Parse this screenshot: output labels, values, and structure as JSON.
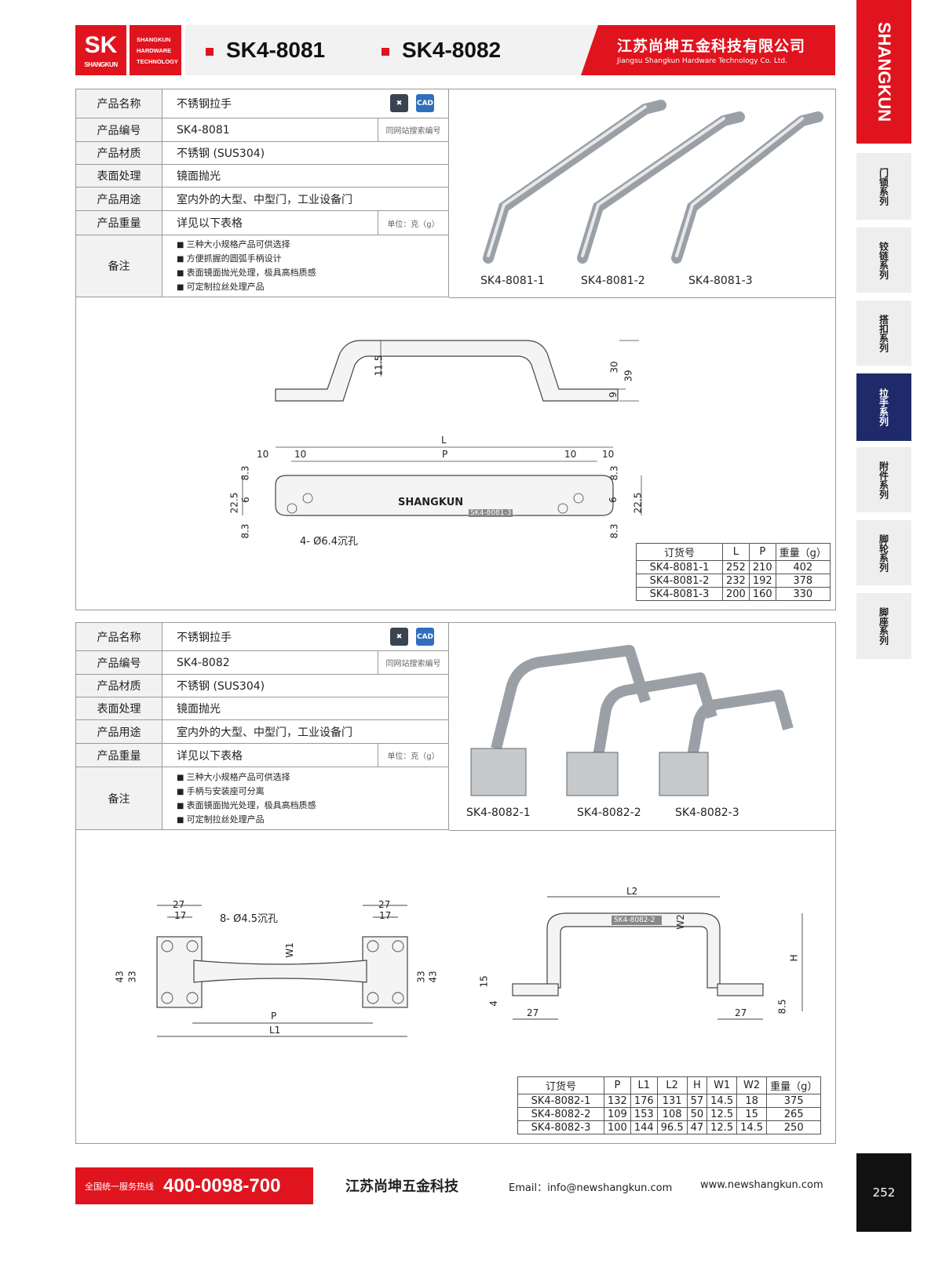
{
  "header": {
    "logo_mark": "SK",
    "logo_sub": "SHANGKUN",
    "logo_text": [
      "SHANGKUN",
      "HARDWARE",
      "TECHNOLOGY"
    ],
    "models": [
      "SK4-8081",
      "SK4-8082"
    ],
    "company_cn": "江苏尚坤五金科技有限公司",
    "company_en": "Jiangsu Shangkun Hardware Technology Co. Ltd."
  },
  "sidebar": {
    "brand": "SHANGKUN",
    "tabs": [
      "门锁系列",
      "铰链系列",
      "搭扣系列",
      "拉手系列",
      "附件系列",
      "脚轮系列",
      "脚座系列"
    ],
    "active": "拉手系列",
    "page": "252"
  },
  "product1": {
    "specs": [
      {
        "k": "产品名称",
        "v": "不锈钢拉手"
      },
      {
        "k": "产品编号",
        "v": "SK4-8081",
        "note": "同网站搜索编号"
      },
      {
        "k": "产品材质",
        "v": "不锈钢 (SUS304)"
      },
      {
        "k": "表面处理",
        "v": "镜面抛光"
      },
      {
        "k": "产品用途",
        "v": "室内外的大型、中型门，工业设备门"
      },
      {
        "k": "产品重量",
        "v": "详见以下表格",
        "note": "单位：克（g）"
      }
    ],
    "remark_label": "备注",
    "remarks": [
      "三种大小规格产品可供选择",
      "方便抓握的圆弧手柄设计",
      "表面镜面抛光处理，极具高档质感",
      "可定制拉丝处理产品"
    ],
    "icons": {
      "stainless": "不锈钢",
      "cad": "CAD"
    },
    "captions": [
      "SK4-8081-1",
      "SK4-8081-2",
      "SK4-8081-3"
    ],
    "dims": {
      "h11": "11.5",
      "h30": "30",
      "h39": "39",
      "h9": "9",
      "L": "L",
      "P": "P",
      "a10": "10",
      "b10": "10",
      "c10": "10",
      "d10": "10",
      "v83a": "8.3",
      "v6a": "6",
      "v225a": "22.5",
      "v83b": "8.3",
      "v83c": "8.3",
      "v6b": "6",
      "v225b": "22.5",
      "v83d": "8.3",
      "hole": "4- Ø6.4沉孔",
      "emboss": "SHANGKUN",
      "tag": "SK4-8081-3"
    },
    "table": {
      "headers": [
        "订货号",
        "L",
        "P",
        "重量（g）"
      ],
      "rows": [
        [
          "SK4-8081-1",
          "252",
          "210",
          "402"
        ],
        [
          "SK4-8081-2",
          "232",
          "192",
          "378"
        ],
        [
          "SK4-8081-3",
          "200",
          "160",
          "330"
        ]
      ]
    }
  },
  "product2": {
    "specs": [
      {
        "k": "产品名称",
        "v": "不锈钢拉手"
      },
      {
        "k": "产品编号",
        "v": "SK4-8082",
        "note": "同网站搜索编号"
      },
      {
        "k": "产品材质",
        "v": "不锈钢 (SUS304)"
      },
      {
        "k": "表面处理",
        "v": "镜面抛光"
      },
      {
        "k": "产品用途",
        "v": "室内外的大型、中型门，工业设备门"
      },
      {
        "k": "产品重量",
        "v": "详见以下表格",
        "note": "单位：克（g）"
      }
    ],
    "remark_label": "备注",
    "remarks": [
      "三种大小规格产品可供选择",
      "手柄与安装座可分离",
      "表面镜面抛光处理，极具高档质感",
      "可定制拉丝处理产品"
    ],
    "icons": {
      "stainless": "不锈钢",
      "cad": "CAD"
    },
    "captions": [
      "SK4-8082-1",
      "SK4-8082-2",
      "SK4-8082-3"
    ],
    "dims": {
      "a27": "27",
      "a17": "17",
      "b27": "27",
      "b17": "17",
      "hole": "8- Ø4.5沉孔",
      "W1": "W1",
      "v43a": "43",
      "v33a": "33",
      "v33b": "33",
      "v43b": "43",
      "P": "P",
      "L1": "L1",
      "L2": "L2",
      "W2": "W2",
      "H": "H",
      "v15": "15",
      "v4": "4",
      "c27": "27",
      "d27": "27",
      "v85": "8.5",
      "tag": "SK4-8082-2"
    },
    "table": {
      "headers": [
        "订货号",
        "P",
        "L1",
        "L2",
        "H",
        "W1",
        "W2",
        "重量（g）"
      ],
      "rows": [
        [
          "SK4-8082-1",
          "132",
          "176",
          "131",
          "57",
          "14.5",
          "18",
          "375"
        ],
        [
          "SK4-8082-2",
          "109",
          "153",
          "108",
          "50",
          "12.5",
          "15",
          "265"
        ],
        [
          "SK4-8082-3",
          "100",
          "144",
          "96.5",
          "47",
          "12.5",
          "14.5",
          "250"
        ]
      ]
    }
  },
  "footer": {
    "hotline_label": "全国统一服务热线",
    "hotline": "400-0098-700",
    "brand": "江苏尚坤五金科技",
    "email": "Email：info@newshangkun.com",
    "web": "www.newshangkun.com"
  }
}
